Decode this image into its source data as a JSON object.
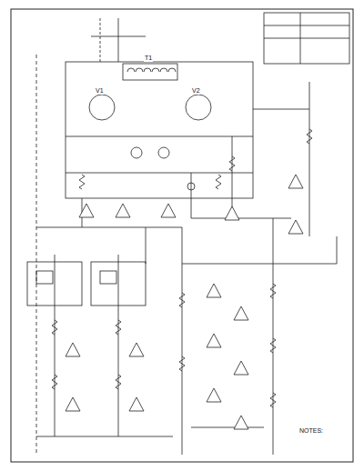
{
  "diagram": {
    "labels": [
      "NOTES:",
      "V1",
      "V2",
      "T1"
    ]
  }
}
